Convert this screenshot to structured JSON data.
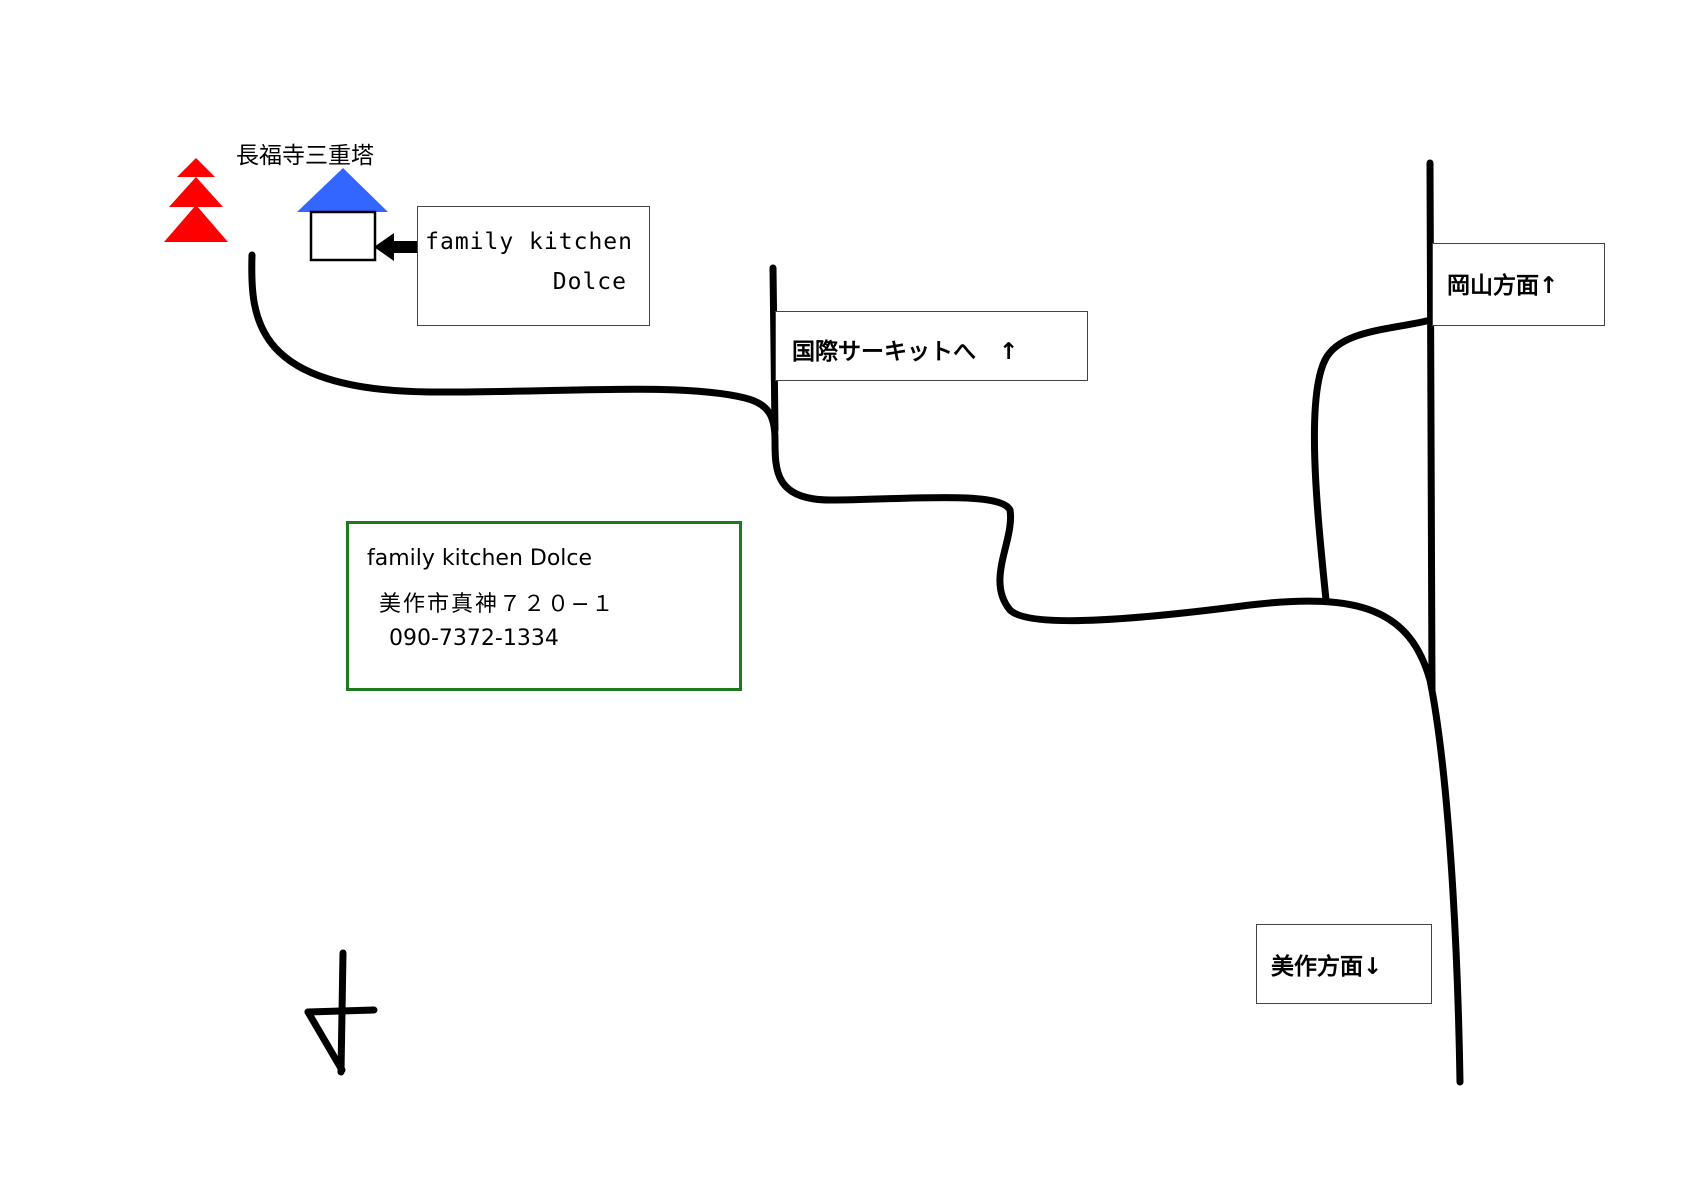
{
  "landmark": {
    "label": "長福寺三重塔",
    "pagoda_color": "#ff0000"
  },
  "shop": {
    "name_line1": "family kitchen",
    "name_line2": "Dolce",
    "roof_color": "#3366ff"
  },
  "signs": {
    "circuit": "国際サーキットへ　↑",
    "okayama": "岡山方面↑",
    "mimasaka": "美作方面↓"
  },
  "info": {
    "name": "family kitchen Dolce",
    "address": "美作市真神７２０−１",
    "phone": "090-7372-1334",
    "border_color": "#1f7a1f"
  },
  "north_arrow": {
    "icon": "north-arrow-icon"
  }
}
